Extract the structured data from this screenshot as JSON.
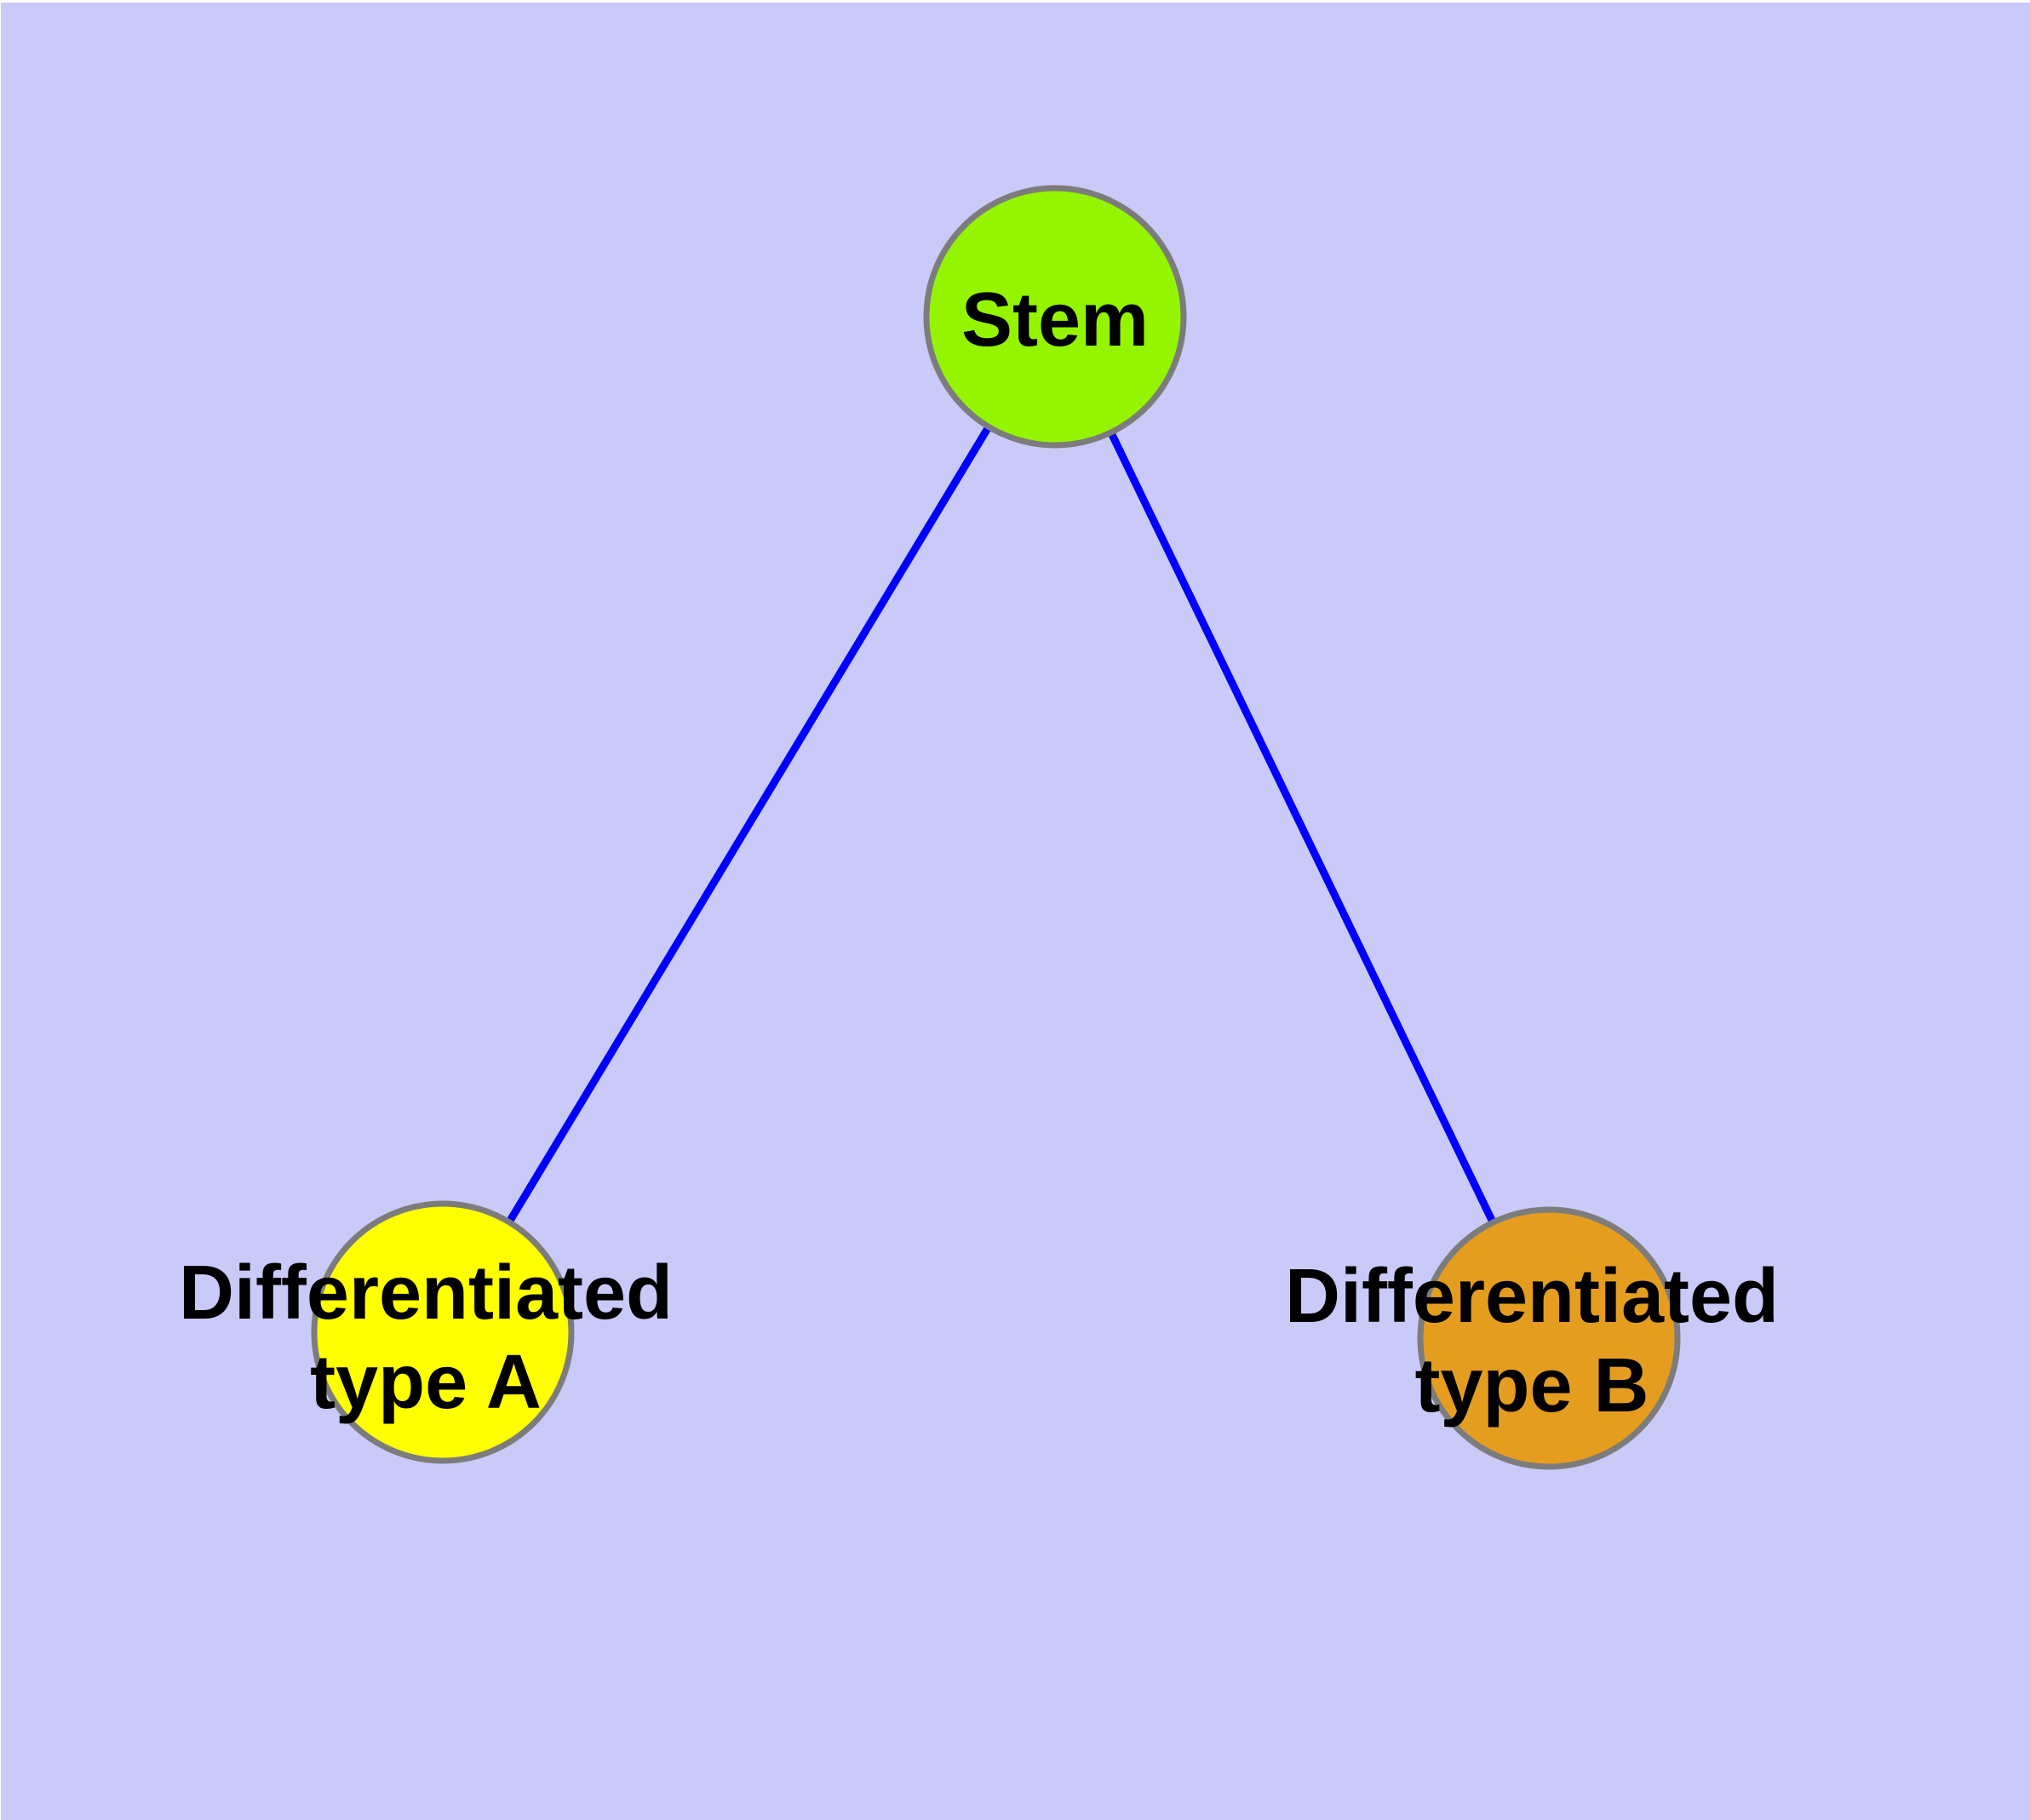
{
  "figure": {
    "type": "node-link-diagram",
    "page_background": "#FFFFFF",
    "panel_background": "#CACAF9",
    "edge_color": "#0000FF",
    "node_border_color": "#7C7C7C",
    "label_color": "#000000"
  },
  "nodes": {
    "stem": {
      "label": "Stem",
      "fill": "#95F500"
    },
    "type_a": {
      "label_line1": "Differentiated",
      "label_line2": "type A",
      "fill": "#FFFF00"
    },
    "type_b": {
      "label_line1": "Differentiated",
      "label_line2": "type B",
      "fill": "#E59D20"
    }
  },
  "edges": [
    {
      "from": "Stem",
      "to": "Differentiated type A"
    },
    {
      "from": "Stem",
      "to": "Differentiated type B"
    }
  ]
}
